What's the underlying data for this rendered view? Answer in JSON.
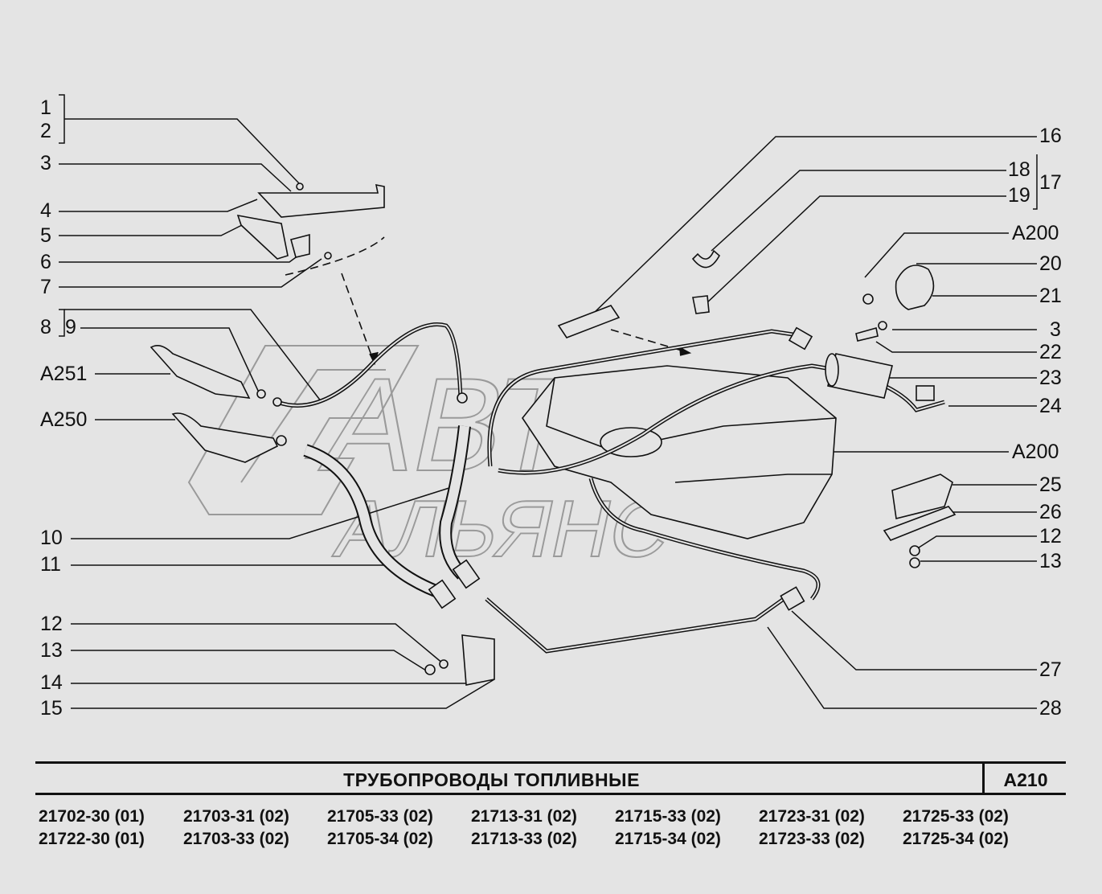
{
  "watermark": {
    "line1": "АВТО",
    "line2": "АЛЬЯНС"
  },
  "labels_left": [
    "1",
    "2",
    "3",
    "4",
    "5",
    "6",
    "7",
    "8",
    "9",
    "A251",
    "A250",
    "10",
    "11",
    "12",
    "13",
    "14",
    "15"
  ],
  "labels_right": [
    "16",
    "18",
    "19",
    "17",
    "A200",
    "20",
    "21",
    "3",
    "22",
    "23",
    "24",
    "A200",
    "25",
    "26",
    "12",
    "13",
    "27",
    "28"
  ],
  "title": "ТРУБОПРОВОДЫ   ТОПЛИВНЫЕ",
  "code": "A210",
  "models": [
    [
      "21702-30 (01)",
      "21722-30 (01)"
    ],
    [
      "21703-31 (02)",
      "21703-33 (02)"
    ],
    [
      "21705-33 (02)",
      "21705-34 (02)"
    ],
    [
      "21713-31 (02)",
      "21713-33 (02)"
    ],
    [
      "21715-33 (02)",
      "21715-34 (02)"
    ],
    [
      "21723-31 (02)",
      "21723-33 (02)"
    ],
    [
      "21725-33 (02)",
      "21725-34 (02)"
    ]
  ]
}
